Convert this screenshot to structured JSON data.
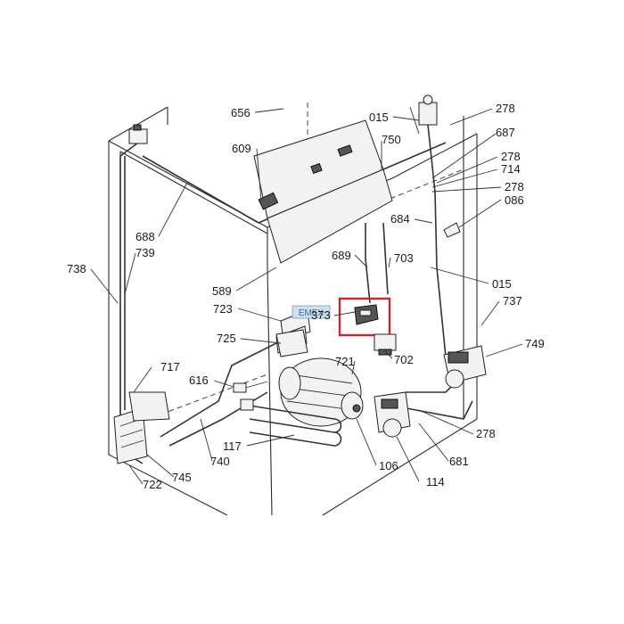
{
  "diagram": {
    "labels": {
      "l656": "656",
      "l015a": "015",
      "l278a": "278",
      "l687": "687",
      "l609": "609",
      "l750": "750",
      "l278b": "278",
      "l714": "714",
      "l278c": "278",
      "l086": "086",
      "l684": "684",
      "l688": "688",
      "l738": "738",
      "l739": "739",
      "l689": "689",
      "l703": "703",
      "l015b": "015",
      "l589": "589",
      "l737": "737",
      "l723": "723",
      "l373": "373",
      "l725": "725",
      "l749": "749",
      "l702": "702",
      "l721": "721",
      "l717": "717",
      "l616": "616",
      "l278d": "278",
      "l117": "117",
      "l681": "681",
      "l740": "740",
      "l106": "106",
      "l745": "745",
      "l722": "722",
      "l114": "114"
    },
    "watermark": "EMEX",
    "highlight_color": "#d0242b"
  }
}
